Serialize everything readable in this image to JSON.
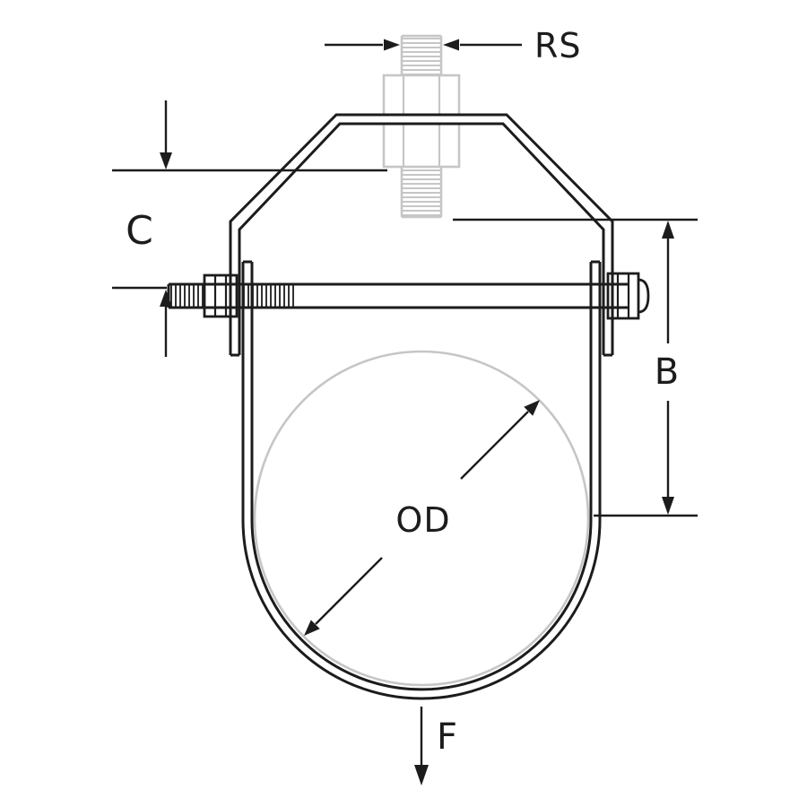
{
  "diagram": {
    "labels": {
      "rod_size": "RS",
      "c_dim": "C",
      "b_dim": "B",
      "od_dim": "OD",
      "f_dim": "F"
    },
    "colors": {
      "line": "#1c1c1c",
      "hardware_gray": "#c6c6c6",
      "background": "#ffffff"
    }
  }
}
